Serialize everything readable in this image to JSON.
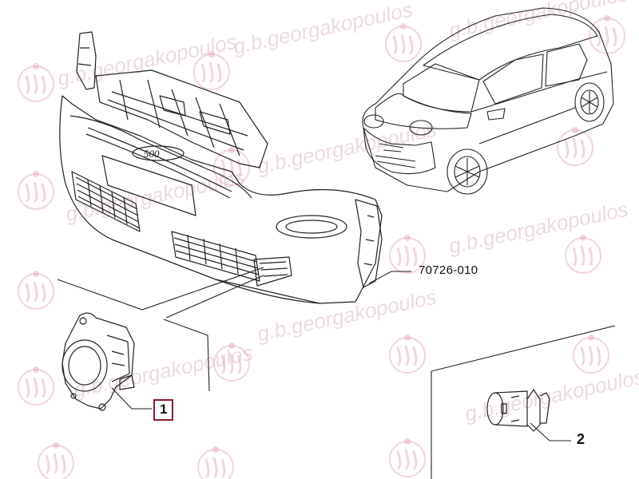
{
  "watermark": {
    "text": "g.b.georgakopoulos",
    "color": "#c896a0"
  },
  "callouts": {
    "bumper_part_number": "70726-010",
    "fog_lamp_ref": "1",
    "clip_ref": "2"
  },
  "colors": {
    "line": "#222222",
    "ref_box_border": "#8b1a2a"
  },
  "icons": {
    "watermark_logo": "gbg-logo-icon"
  }
}
